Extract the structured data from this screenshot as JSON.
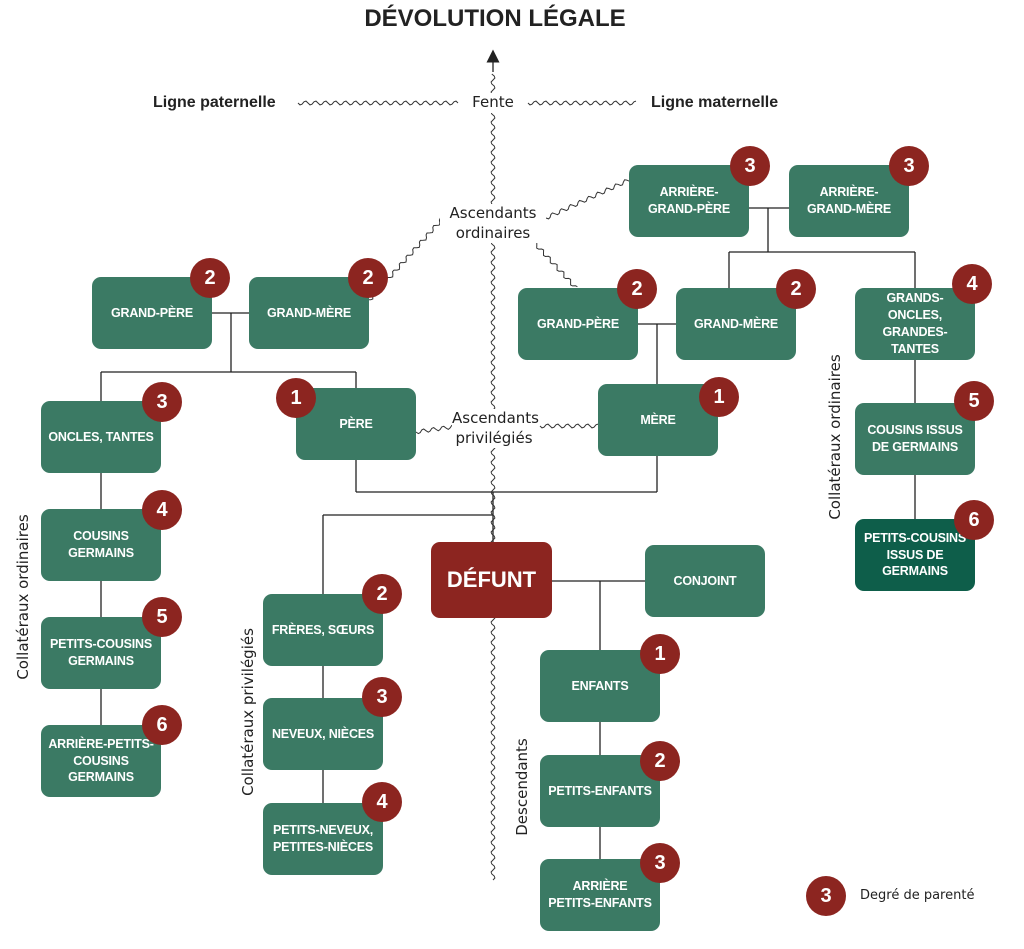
{
  "title": "DÉVOLUTION LÉGALE",
  "labels": {
    "ligne_paternelle": "Ligne paternelle",
    "ligne_maternelle": "Ligne maternelle",
    "fente": "Fente",
    "ascendants_ordinaires": "Ascendants\nordinaires",
    "ascendants_privilegies": "Ascendants\nprivilégiés",
    "collateraux_ordinaires_left": "Collatéraux ordinaires",
    "collateraux_ordinaires_right": "Collatéraux ordinaires",
    "collateraux_privilegies": "Collatéraux privilégiés",
    "descendants": "Descendants"
  },
  "nodes": {
    "gp_pat": {
      "label": "GRAND-PÈRE",
      "degree": "2"
    },
    "gm_pat": {
      "label": "GRAND-MÈRE",
      "degree": "2"
    },
    "pere": {
      "label": "PÈRE",
      "degree": "1"
    },
    "oncles": {
      "label": "ONCLES, TANTES",
      "degree": "3"
    },
    "cousins_germains": {
      "label": "COUSINS GERMAINS",
      "degree": "4"
    },
    "petits_cousins_germains": {
      "label": "PETITS-COUSINS\nGERMAINS",
      "degree": "5"
    },
    "arriere_petits_cousins": {
      "label": "ARRIÈRE-PETITS-\nCOUSINS GERMAINS",
      "degree": "6"
    },
    "agp_mat": {
      "label": "ARRIÈRE-\nGRAND-PÈRE",
      "degree": "3"
    },
    "agm_mat": {
      "label": "ARRIÈRE-\nGRAND-MÈRE",
      "degree": "3"
    },
    "gp_mat": {
      "label": "GRAND-PÈRE",
      "degree": "2"
    },
    "gm_mat": {
      "label": "GRAND-MÈRE",
      "degree": "2"
    },
    "mere": {
      "label": "MÈRE",
      "degree": "1"
    },
    "grands_oncles": {
      "label": "GRANDS-ONCLES,\nGRANDES-TANTES",
      "degree": "4"
    },
    "cousins_issus": {
      "label": "COUSINS ISSUS\nDE GERMAINS",
      "degree": "5"
    },
    "petits_cousins_issus": {
      "label": "PETITS-COUSINS\nISSUS DE GERMAINS",
      "degree": "6"
    },
    "defunt": {
      "label": "DÉFUNT"
    },
    "conjoint": {
      "label": "CONJOINT"
    },
    "freres": {
      "label": "FRÈRES, SŒURS",
      "degree": "2"
    },
    "neveux": {
      "label": "NEVEUX, NIÈCES",
      "degree": "3"
    },
    "petits_neveux": {
      "label": "PETITS-NEVEUX,\nPETITES-NIÈCES",
      "degree": "4"
    },
    "enfants": {
      "label": "ENFANTS",
      "degree": "1"
    },
    "petits_enfants": {
      "label": "PETITS-ENFANTS",
      "degree": "2"
    },
    "arriere_petits_enfants": {
      "label": "ARRIÈRE\nPETITS-ENFANTS",
      "degree": "3"
    }
  },
  "legend": {
    "badge": "3",
    "text": "Degré de parenté"
  },
  "colors": {
    "box": "#3b7a64",
    "box_dark": "#0e5e4a",
    "badge": "#8c2520",
    "line": "#222222"
  }
}
